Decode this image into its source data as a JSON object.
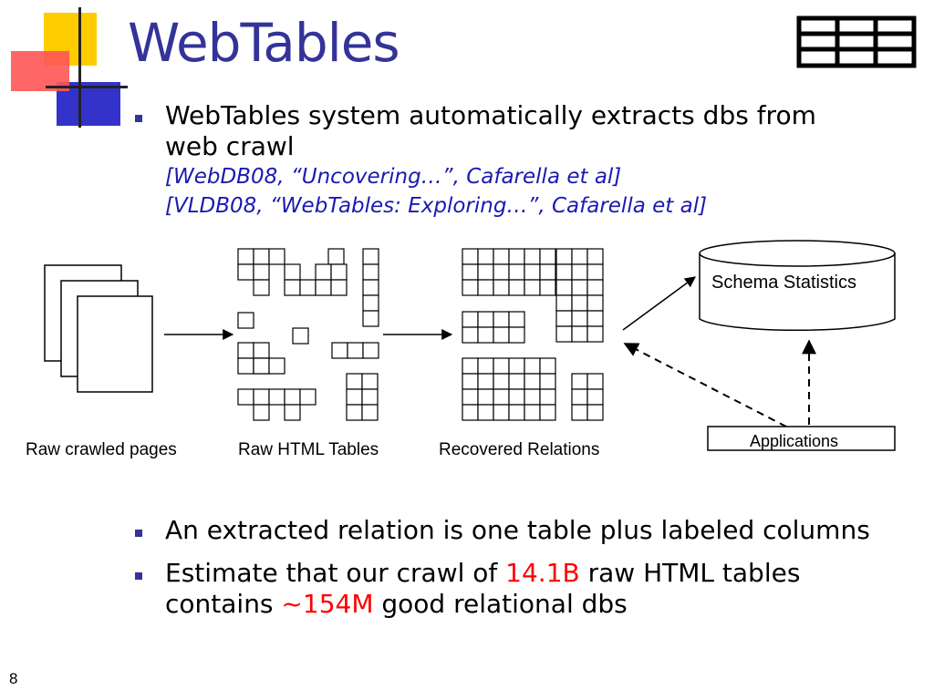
{
  "slide": {
    "title": "WebTables",
    "page_number": "8",
    "title_color": "#333399",
    "bullets": [
      {
        "text": "WebTables system automatically extracts dbs from web crawl",
        "line1": "WebTables system automatically extracts dbs from",
        "line2": "web crawl",
        "citations": [
          "[WebDB08, “Uncovering…”, Cafarella et al]",
          "[VLDB08, “WebTables: Exploring…”, Cafarella et al]"
        ]
      },
      {
        "text": "An extracted relation is one table plus labeled columns"
      },
      {
        "line1_pre": "Estimate that our crawl of ",
        "line1_highlight": "14.1B",
        "line1_post": " raw HTML tables",
        "line2_pre": "contains ",
        "line2_highlight": "~154M",
        "line2_post": " good relational dbs",
        "highlight_color": "#ff0000"
      }
    ]
  },
  "diagram": {
    "labels": {
      "raw_pages": "Raw crawled pages",
      "raw_tables": "Raw HTML Tables",
      "recovered": "Recovered Relations",
      "schema_stats": "Schema Statistics",
      "applications": "Applications"
    }
  },
  "icons": {
    "logo": "decorative-squares-logo",
    "corner": "table-grid-icon"
  }
}
